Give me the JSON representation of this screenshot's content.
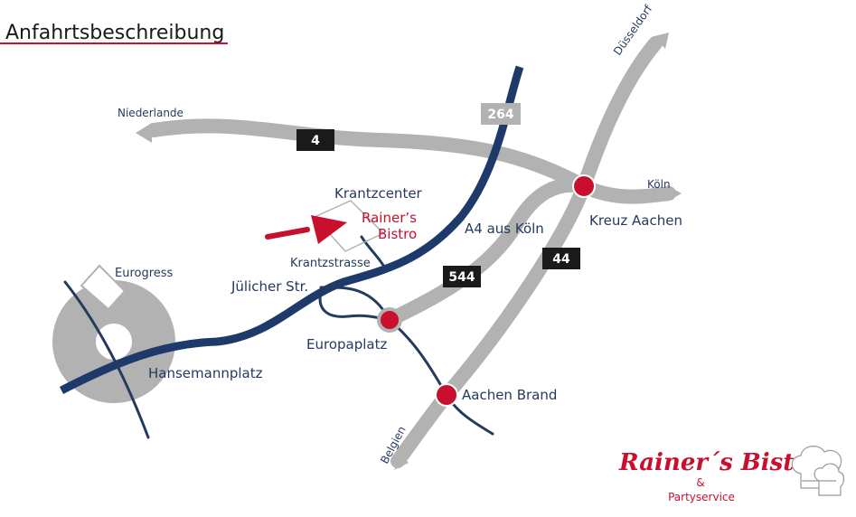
{
  "title": "Anfahrtsbeschreibung",
  "colors": {
    "motorway": "#b2b2b2",
    "main_road": "#1e3a6a",
    "accent_red": "#c8102e",
    "badge_dark": "#1a1a1a",
    "label": "#243a5e"
  },
  "routes": {
    "a4": "4",
    "a44": "44",
    "b264": "264",
    "a544": "544"
  },
  "places": {
    "niederlande": "Niederlande",
    "duesseldorf": "Düsseldorf",
    "koeln": "Köln",
    "belgien": "Belgien",
    "kreuz_aachen": "Kreuz Aachen",
    "a4_aus_koeln": "A4 aus Köln",
    "aachen_brand": "Aachen Brand",
    "europaplatz": "Europaplatz",
    "juelicher_str": "Jülicher Str.",
    "krantzcenter": "Krantzcenter",
    "krantzstrasse": "Krantzstrasse",
    "eurogress": "Eurogress",
    "hansemannplatz": "Hansemannplatz",
    "rainers_line1": "Rainer’s",
    "rainers_line2": "Bistro"
  },
  "logo": {
    "name": "Rainer´s Bistro",
    "ampersand": "&",
    "subtitle": "Partyservice",
    "icon": "chef-hat-icon"
  }
}
